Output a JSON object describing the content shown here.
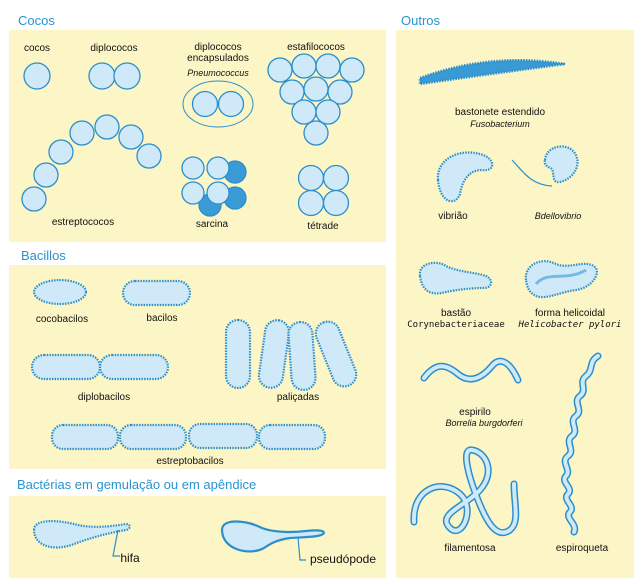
{
  "sections": {
    "cocos": "Cocos",
    "bacilos": "Bacillos",
    "gemulacao": "Bactérias em gemulação ou em apêndice",
    "outros": "Outros"
  },
  "cocos_labels": {
    "cocos": "cocos",
    "diplococos": "diplococos",
    "encapsulados_1": "diplococos",
    "encapsulados_2": "encapsulados",
    "pneumococcus": "Pneumococcus",
    "estafilococos": "estafilococos",
    "estreptococos": "estreptococos",
    "sarcina": "sarcina",
    "tetrade": "tétrade"
  },
  "bacilos_labels": {
    "cocobacilos": "cocobacilos",
    "bacilos": "bacilos",
    "diplobacilos": "diplobacilos",
    "palicadas": "paliçadas",
    "estreptobacilos": "estreptobacilos"
  },
  "gemulacao_labels": {
    "hifa": "hifa",
    "pseudopode": "pseudópode"
  },
  "outros_labels": {
    "bastonete": "bastonete estendido",
    "fusobacterium": "Fusobacterium",
    "vibriao": "vibrião",
    "bdellovibrio": "Bdellovibrio",
    "bastao": "bastão",
    "corynebacteriaceae": "Corynebacteriaceae",
    "helicoidal": "forma helicoidal",
    "helicobacter": "Helicobacter pylori",
    "espirilo": "espirilo",
    "borrelia": "Borrelia burgdorferi",
    "filamentosa": "filamentosa",
    "espiroqueta": "espiroqueta"
  },
  "colors": {
    "panel": "#fcf5c6",
    "cell_fill": "#cfe9f8",
    "cell_stroke": "#2a8fcb",
    "dark_fill": "#3a9ad6",
    "section_title": "#2a93d0"
  }
}
